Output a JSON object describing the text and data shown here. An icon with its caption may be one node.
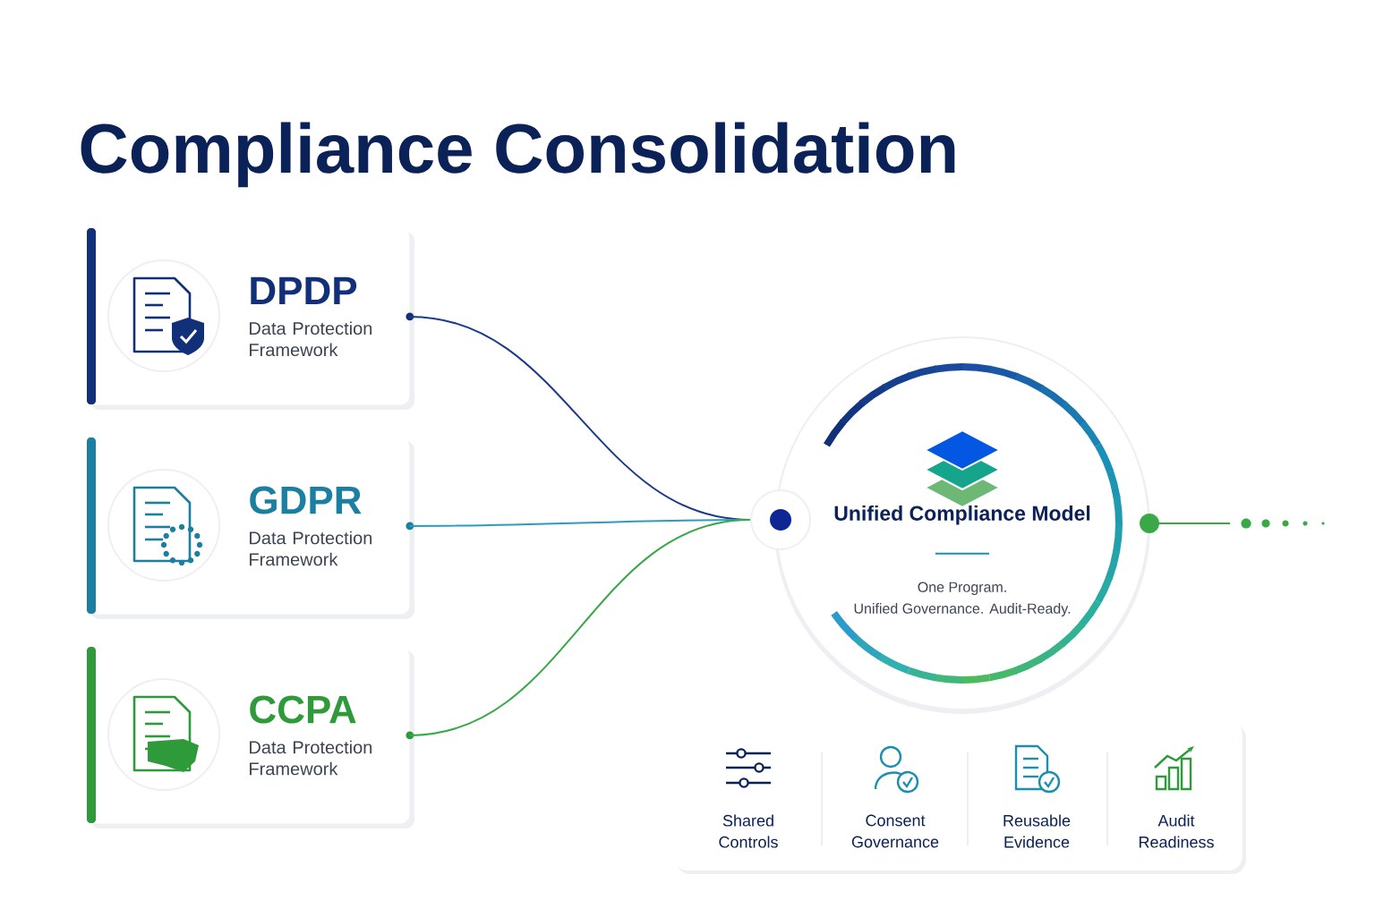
{
  "diagram": {
    "title": "Compliance Consolidation",
    "nodes": [
      {
        "text": [
          "DPDP",
          "Data Protection Framework"
        ]
      },
      {
        "text": [
          "GDPR",
          "Data Protection Framework"
        ]
      },
      {
        "text": [
          "CCPA",
          "Data Protection Framework"
        ]
      },
      {
        "text": [],
        "shape": "circle"
      },
      {
        "text": [
          "Unified Compliance Model",
          "One Program.",
          "Unified Governance. Audit-Ready."
        ]
      }
    ],
    "edges": [
      {
        "from": 0,
        "to": 3,
        "arrow": "none",
        "color": "#1b3a8c"
      },
      {
        "from": 1,
        "to": 3,
        "arrow": "none",
        "color": "#2a9cc4"
      },
      {
        "from": 2,
        "to": 3,
        "arrow": "none",
        "color": "#3aa847"
      },
      {
        "from": 4,
        "to": null,
        "arrow": "other",
        "color": "#3aa847"
      }
    ],
    "labels": [
      "Shared Controls",
      "Consent Governance",
      "Reusable Evidence",
      "Audit Readiness"
    ]
  }
}
